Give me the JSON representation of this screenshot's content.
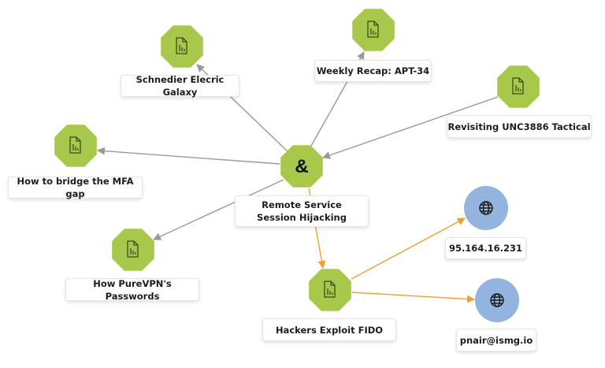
{
  "colors": {
    "doc_node": "#a7c84a",
    "indicator_node": "#93b4de",
    "edge_gray": "#999999",
    "edge_orange": "#f0a030"
  },
  "center": {
    "symbol": "&",
    "label_line1": "Remote Service",
    "label_line2": "Session Hijacking"
  },
  "nodes": [
    {
      "label": "Schnedier Elecric Galaxy",
      "icon": "document-chart-icon"
    },
    {
      "label": "Weekly Recap: APT-34",
      "icon": "document-chart-icon"
    },
    {
      "label": "Revisiting UNC3886 Tactical",
      "icon": "document-chart-icon"
    },
    {
      "label": "How to bridge the MFA gap",
      "icon": "document-chart-icon"
    },
    {
      "label": "How PureVPN's Passwords",
      "icon": "document-chart-icon"
    },
    {
      "label": "Hackers Exploit FIDO",
      "icon": "document-chart-icon"
    },
    {
      "label": "95.164.16.231",
      "icon": "globe-icon"
    },
    {
      "label": "pnair@ismg.io",
      "icon": "globe-icon"
    }
  ]
}
